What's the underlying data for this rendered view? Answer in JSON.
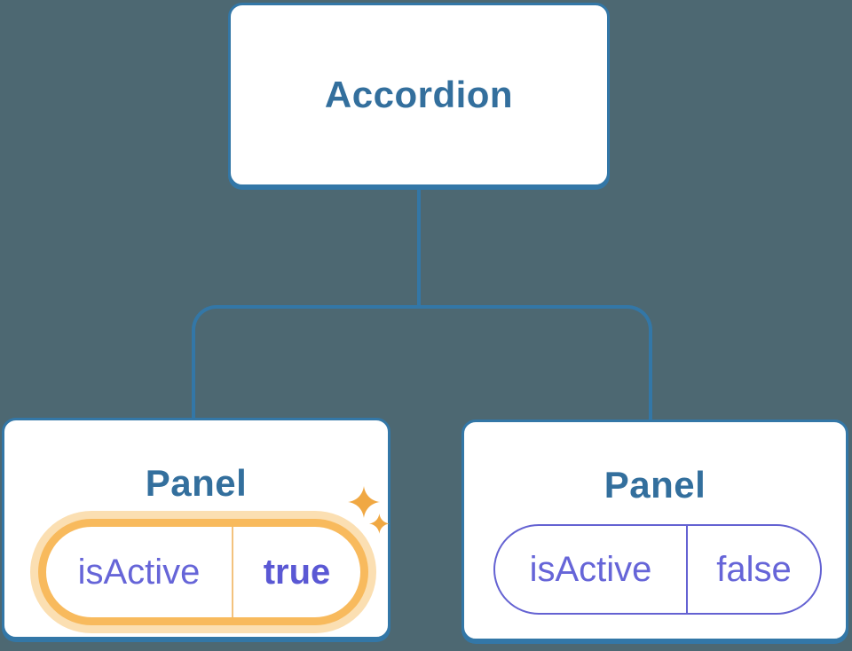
{
  "diagram": {
    "root": {
      "label": "Accordion"
    },
    "panels": [
      {
        "title": "Panel",
        "prop_name": "isActive",
        "prop_value": "true",
        "state": "active-highlighted"
      },
      {
        "title": "Panel",
        "prop_name": "isActive",
        "prop_value": "false",
        "state": "inactive"
      }
    ]
  },
  "icons": {
    "sparkles": "four-point-star sparkles marking changed state"
  },
  "colors": {
    "background": "#4D6872",
    "node_fill": "#FFFFFF",
    "node_border": "#3377A7",
    "node_text": "#336F9D",
    "state_text": "#6665D8",
    "state_text_bold": "#5A58D4",
    "state_border": "#6462D2",
    "highlight_ring": "#F8BA5D",
    "highlight_glow": "#FBDFB2",
    "highlight_divider": "#F3C27E",
    "sparkle": "#F0A843"
  }
}
